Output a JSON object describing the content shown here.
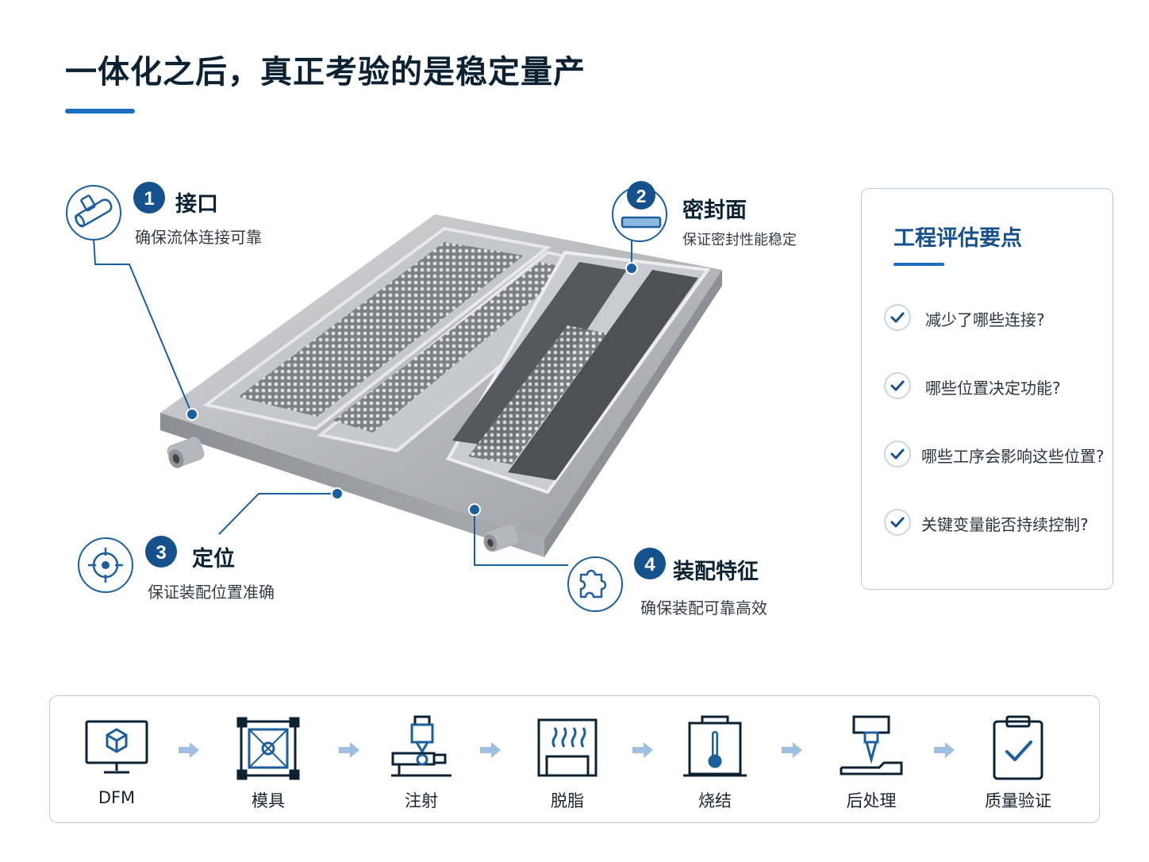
{
  "header": {
    "title": "一体化之后，真正考验的是稳定量产"
  },
  "callouts": [
    {
      "number": "1",
      "title": "接口",
      "desc": "确保流体连接可靠",
      "icon": "pipe-connector-icon"
    },
    {
      "number": "2",
      "title": "密封面",
      "desc": "保证密封性能稳定",
      "icon": "seal-face-icon"
    },
    {
      "number": "3",
      "title": "定位",
      "desc": "保证装配位置准确",
      "icon": "crosshair-icon"
    },
    {
      "number": "4",
      "title": "装配特征",
      "desc": "确保装配可靠高效",
      "icon": "puzzle-icon"
    }
  ],
  "evaluation": {
    "title": "工程评估要点",
    "items": [
      "减少了哪些连接?",
      "哪些位置决定功能?",
      "哪些工序会影响这些位置?",
      "关键变量能否持续控制?"
    ]
  },
  "process": {
    "steps": [
      {
        "label": "DFM",
        "icon": "monitor-cube-icon"
      },
      {
        "label": "模具",
        "icon": "mold-icon"
      },
      {
        "label": "注射",
        "icon": "injection-icon"
      },
      {
        "label": "脱脂",
        "icon": "debinding-oven-icon"
      },
      {
        "label": "烧结",
        "icon": "sintering-furnace-icon"
      },
      {
        "label": "后处理",
        "icon": "machining-icon"
      },
      {
        "label": "质量验证",
        "icon": "clipboard-check-icon"
      }
    ]
  },
  "colors": {
    "accent": "#1c6fc0",
    "navy": "#15518c",
    "dark": "#0c2233",
    "border": "#b9cce0"
  }
}
